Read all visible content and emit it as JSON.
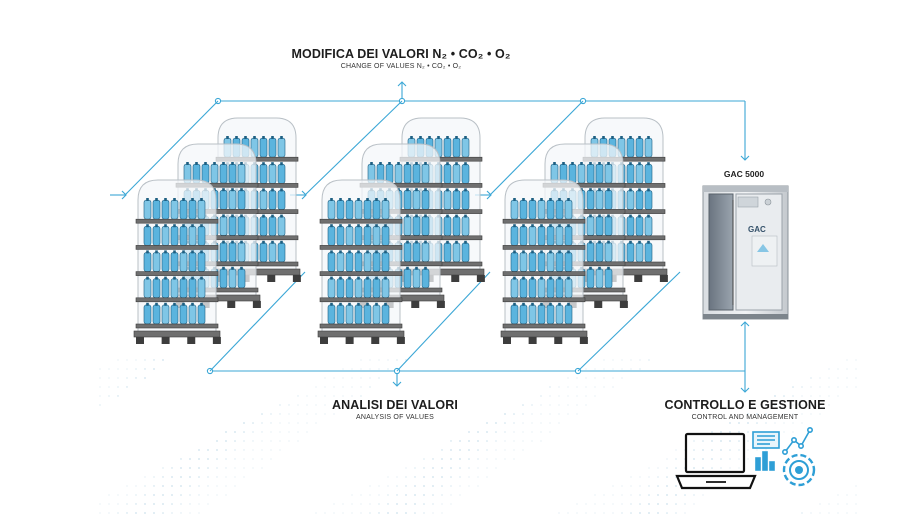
{
  "top_label": {
    "title": "MODIFICA DEI VALORI N₂ • CO₂ • O₂",
    "subtitle": "CHANGE OF VALUES N₂ • CO₂ • O₂"
  },
  "bottom_label": {
    "title": "ANALISI DEI VALORI",
    "subtitle": "ANALYSIS OF VALUES"
  },
  "control_label": {
    "title": "CONTROLLO E GESTIONE",
    "subtitle": "CONTROL AND MANAGEMENT"
  },
  "device": {
    "name": "GAC 5000",
    "logo": "GAC"
  },
  "colors": {
    "accent": "#3ba7d6",
    "bottle": "#5bb4de",
    "shelf": "#6f6f6f",
    "shelf_dark": "#3d3d3d",
    "dots": "#9fc6dd"
  },
  "icons": [
    "laptop-icon",
    "dashboard-chart-icon",
    "gear-icon"
  ]
}
